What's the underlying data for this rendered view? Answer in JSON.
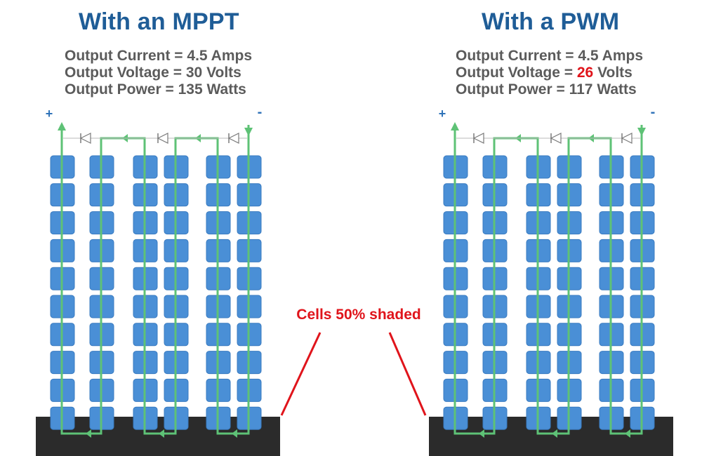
{
  "colors": {
    "title": "#1f5d97",
    "stats_text": "#5b5b5b",
    "highlight": "#e0141b",
    "cell_fill": "#4a8fd6",
    "cell_stroke": "#3a7bc0",
    "current_path": "#5ec276",
    "shade": "#2b2b2b",
    "terminal": "#2e72b8"
  },
  "panels": [
    {
      "id": "mppt",
      "title": "With an MPPT",
      "current_label": "Output Current = ",
      "current_value": "4.5",
      "current_unit": " Amps",
      "voltage_label": "Output Voltage = ",
      "voltage_value": "30",
      "voltage_unit": " Volts",
      "voltage_highlight": false,
      "power_label": "Output Power = ",
      "power_value": "135",
      "power_unit": " Watts",
      "plus": "+",
      "minus": "-"
    },
    {
      "id": "pwm",
      "title": "With a PWM",
      "current_label": "Output Current = ",
      "current_value": "4.5",
      "current_unit": " Amps",
      "voltage_label": "Output Voltage = ",
      "voltage_value": "26",
      "voltage_unit": " Volts",
      "voltage_highlight": true,
      "power_label": "Output Power = ",
      "power_value": "117",
      "power_unit": " Watts",
      "plus": "+",
      "minus": "-"
    }
  ],
  "shading_label": "Cells 50% shaded",
  "icons": [
    "bypass-diode-icon",
    "current-arrow-icon"
  ]
}
